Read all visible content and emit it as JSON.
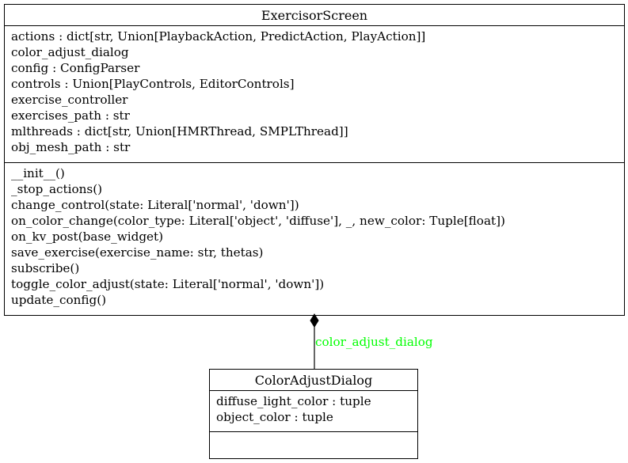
{
  "classes": {
    "exercisor_screen": {
      "name": "ExercisorScreen",
      "attributes": [
        "actions : dict[str, Union[PlaybackAction, PredictAction, PlayAction]]",
        "color_adjust_dialog",
        "config : ConfigParser",
        "controls : Union[PlayControls, EditorControls]",
        "exercise_controller",
        "exercises_path : str",
        "mlthreads : dict[str, Union[HMRThread, SMPLThread]]",
        "obj_mesh_path : str"
      ],
      "methods": [
        "__init__()",
        "_stop_actions()",
        "change_control(state: Literal['normal', 'down'])",
        "on_color_change(color_type: Literal['object', 'diffuse'], _, new_color: Tuple[float])",
        "on_kv_post(base_widget)",
        "save_exercise(exercise_name: str, thetas)",
        "subscribe()",
        "toggle_color_adjust(state: Literal['normal', 'down'])",
        "update_config()"
      ]
    },
    "color_adjust_dialog": {
      "name": "ColorAdjustDialog",
      "attributes": [
        "diffuse_light_color : tuple",
        "object_color : tuple"
      ],
      "methods": []
    }
  },
  "relation": {
    "type": "composition",
    "label": "color_adjust_dialog",
    "label_color": "#00ff00"
  }
}
